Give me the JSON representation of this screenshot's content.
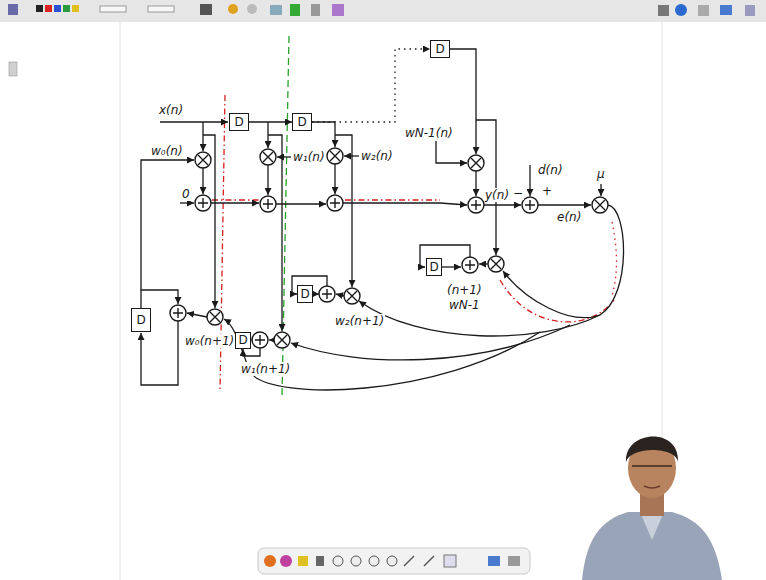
{
  "diagram": {
    "nodes": [
      {
        "text": [
          "D"
        ]
      },
      {
        "text": [
          "D"
        ]
      },
      {
        "text": [
          "D"
        ]
      },
      {
        "text": [
          "D"
        ]
      },
      {
        "text": [
          "D"
        ]
      },
      {
        "text": [
          "D"
        ]
      },
      {
        "text": [
          "D"
        ]
      }
    ],
    "edges": [
      {
        "from": 1,
        "to": 2,
        "arrow": "to"
      },
      {
        "from": 2,
        "to": 0,
        "arrow": "to"
      }
    ],
    "labels": [
      "x(n)",
      "w₀(n)",
      "w₁(n)",
      "w₂(n)",
      "wN-1(n)",
      "0",
      "y(n)",
      "−",
      "d(n)",
      "+",
      "e(n)",
      "μ",
      "w₀(n+1)",
      "w₁(n+1)",
      "w₂(n+1)",
      "(n+1)",
      "wN-1"
    ]
  }
}
